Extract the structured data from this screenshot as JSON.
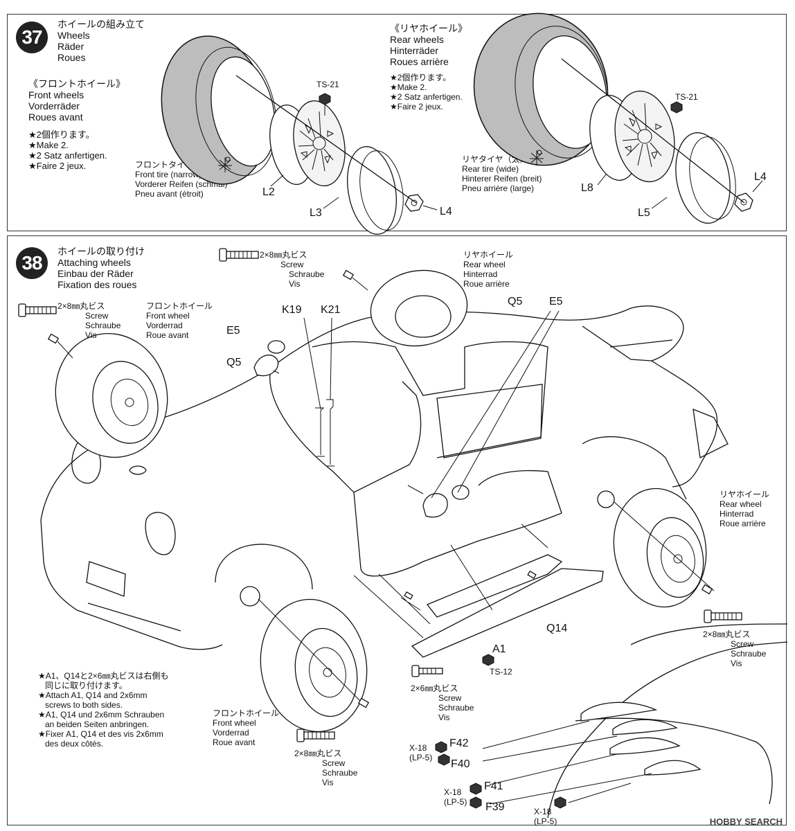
{
  "step37": {
    "number": "37",
    "title": [
      "ホイールの組み立て",
      "Wheels",
      "Räder",
      "Roues"
    ],
    "front": {
      "heading": [
        "《フロントホイール》",
        "Front wheels",
        "Vorderräder",
        "Roues avant"
      ],
      "notes": [
        "★2個作ります。",
        "★Make 2.",
        "★2 Satz anfertigen.",
        "★Faire 2 jeux."
      ],
      "tire_label": [
        "フロントタイヤ（細）",
        "Front tire (narrow)",
        "Vorderer Reifen (schmal)",
        "Pneu avant (étroit)"
      ],
      "paint": "TS-21",
      "parts": [
        "L2",
        "L3",
        "L4"
      ]
    },
    "rear": {
      "heading": [
        "《リヤホイール》",
        "Rear wheels",
        "Hinterräder",
        "Roues arrière"
      ],
      "notes": [
        "★2個作ります。",
        "★Make 2.",
        "★2 Satz anfertigen.",
        "★Faire 2 jeux."
      ],
      "tire_label": [
        "リヤタイヤ（太）",
        "Rear tire (wide)",
        "Hinterer Reifen (breit)",
        "Pneu arrière (large)"
      ],
      "paint": "TS-21",
      "parts": [
        "L8",
        "L5",
        "L4"
      ]
    }
  },
  "step38": {
    "number": "38",
    "title": [
      "ホイールの取り付け",
      "Attaching wheels",
      "Einbau der Räder",
      "Fixation des roues"
    ],
    "screw_top": [
      "2×8㎜丸ビス",
      "Screw",
      "Schraube",
      "Vis"
    ],
    "screw_front_left": [
      "2×8㎜丸ビス",
      "Screw",
      "Schraube",
      "Vis"
    ],
    "front_wheel_top": [
      "フロントホイール",
      "Front wheel",
      "Vorderrad",
      "Roue avant"
    ],
    "rear_wheel_top": [
      "リヤホイール",
      "Rear wheel",
      "Hinterrad",
      "Roue arrière"
    ],
    "rear_wheel_right": [
      "リヤホイール",
      "Rear wheel",
      "Hinterrad",
      "Roue arrière"
    ],
    "screw_right": [
      "2×8㎜丸ビス",
      "Screw",
      "Schraube",
      "Vis"
    ],
    "screw_6mm": [
      "2×6㎜丸ビス",
      "Screw",
      "Schraube",
      "Vis"
    ],
    "front_wheel_bottom": [
      "フロントホイール",
      "Front wheel",
      "Vorderrad",
      "Roue avant"
    ],
    "screw_bottom": [
      "2×8㎜丸ビス",
      "Screw",
      "Schraube",
      "Vis"
    ],
    "note": [
      "★A1、Q14と2×6㎜丸ビスは右側も",
      "同じに取り付けます。",
      "★Attach A1, Q14 and 2x6mm",
      "screws to both sides.",
      "★A1, Q14 und 2x6mm Schrauben",
      "an beiden Seiten anbringen.",
      "★Fixer A1, Q14 et des vis 2x6mm",
      "des deux côtés."
    ],
    "parts": {
      "e5_left": "E5",
      "q5_left": "Q5",
      "k19": "K19",
      "k21": "K21",
      "q5_right": "Q5",
      "e5_right": "E5",
      "q14": "Q14",
      "a1": "A1",
      "f42": "F42",
      "f40": "F40",
      "f41": "F41",
      "f39": "F39"
    },
    "paints": {
      "ts12": "TS-12",
      "x18_a": "X-18",
      "lp5_a": "(LP-5)",
      "x18_b": "X-18",
      "lp5_b": "(LP-5)",
      "x18_c": "X-18",
      "lp5_c": "(LP-5)"
    }
  },
  "watermark": "HOBBY SEARCH"
}
